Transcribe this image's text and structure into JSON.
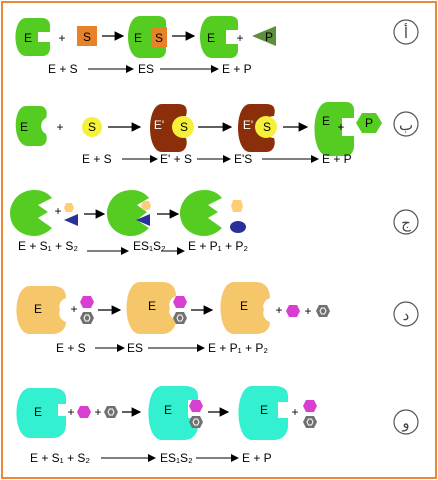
{
  "colors": {
    "border": "#E8893A",
    "green": "#55CC22",
    "orange_substrate": "#E8822A",
    "olive_product": "#5E8F3A",
    "brown_enzyme": "#8B2E0A",
    "yellow": "#F5F03A",
    "beige": "#FFCC77",
    "navy": "#2A2F9A",
    "peach": "#F6C66A",
    "magenta": "#D83FD0",
    "grey_hex": "#707070",
    "cyan": "#33F0D0"
  },
  "rows": [
    {
      "label": "أ",
      "shapes": {
        "E1": "E",
        "S1": "S",
        "ES_E": "E",
        "ES_S": "S",
        "E2": "E",
        "plus": "+",
        "P": "P"
      },
      "eq": {
        "a": "E + S",
        "b": "ES",
        "c": "E + P"
      }
    },
    {
      "label": "ب",
      "shapes": {
        "E1": "E",
        "S1": "S",
        "E2": "E'",
        "S2": "S",
        "E3": "E'",
        "S3": "S",
        "E4": "E",
        "plus": "+",
        "P": "P"
      },
      "eq": {
        "a": "E + S",
        "b": "E' + S",
        "c": "E'S",
        "d": "E + P"
      }
    },
    {
      "label": "ج",
      "shapes": {
        "plus": "+"
      },
      "eq": {
        "a": "E + S₁ + S₂",
        "b": "ES₁S₂",
        "c": "E + P₁ + P₂"
      }
    },
    {
      "label": "د",
      "shapes": {
        "E1": "E",
        "E2": "E",
        "E3": "E",
        "plus": "+"
      },
      "eq": {
        "a": "E + S",
        "b": "ES",
        "c": "E + P₁ + P₂"
      }
    },
    {
      "label": "و",
      "shapes": {
        "E1": "E",
        "E2": "E",
        "E3": "E",
        "plus": "+"
      },
      "eq": {
        "a": "E + S₁ + S₂",
        "b": "ES₁S₂",
        "c": "E + P"
      }
    }
  ]
}
